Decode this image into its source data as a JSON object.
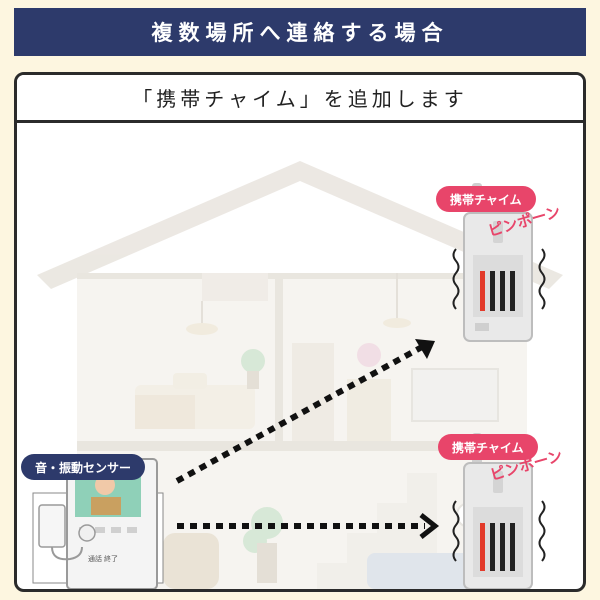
{
  "header": {
    "title": "複数場所へ連絡する場合"
  },
  "panel": {
    "subtitle": "「携帯チャイム」を追加します"
  },
  "labels": {
    "chime_top": "携帯チャイム",
    "chime_bottom": "携帯チャイム",
    "sensor": "音・振動センサー",
    "sound_top": "ピンポーン",
    "sound_bottom": "ピンポーン",
    "monitor_caption": "通話 終了"
  },
  "colors": {
    "title_bar": "#2d3a6b",
    "accent_pink": "#e8456a",
    "background": "#fdf6e0",
    "chime_red_bar": "#e23a2a"
  }
}
